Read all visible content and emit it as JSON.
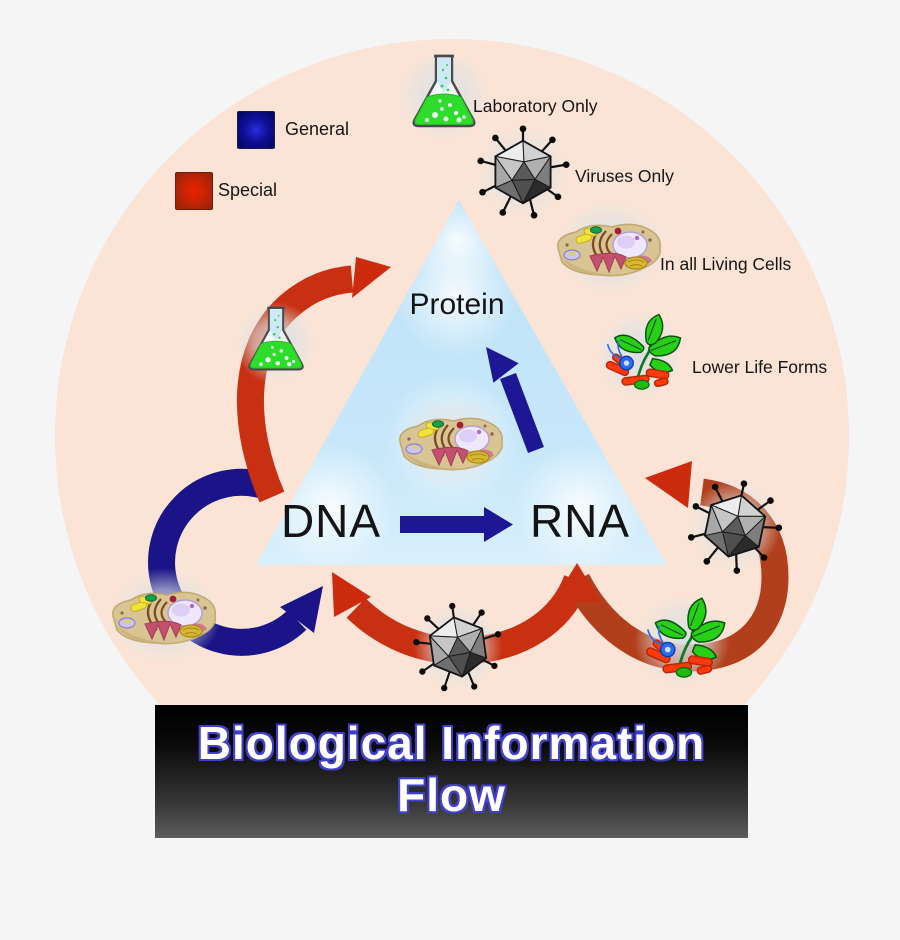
{
  "diagram_title": {
    "line1": "Biological Information",
    "line2": "Flow"
  },
  "legend": {
    "general": "General",
    "special": "Special"
  },
  "key_items": {
    "laboratory": "Laboratory Only",
    "viruses": "Viruses Only",
    "living_cells": "In all Living Cells",
    "lower_life": "Lower Life Forms"
  },
  "nodes": {
    "protein": "Protein",
    "dna": "DNA",
    "rna": "RNA"
  },
  "colors": {
    "background": "#f5f5f6",
    "circle": "#fbe4d6",
    "triangle": "#c2e5f9",
    "general_blue": "#1d1796",
    "general_blue_dark": "#1a1488",
    "special_red": "#c93012",
    "special_red_dark": "#b23f1b",
    "special_red_bright": "#cc2b0e",
    "banner_top": "#000000",
    "banner_bottom": "#5d5d5d",
    "title_text": "#ffffff",
    "title_outline": "#4040cc"
  }
}
